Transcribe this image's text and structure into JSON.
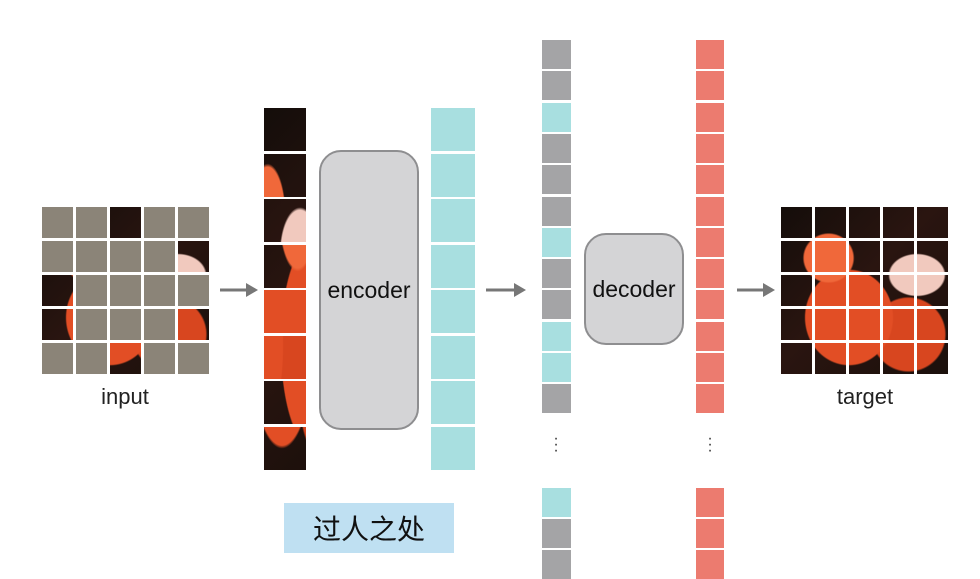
{
  "labels": {
    "input": "input",
    "encoder": "encoder",
    "decoder": "decoder",
    "target": "target"
  },
  "caption": "过人之处",
  "colors": {
    "mask": "#8b8478",
    "encoder_token": "#a8dfe0",
    "mask_token": "#a4a4a6",
    "decoder_output": "#ec7b6f",
    "box": "#d4d4d6"
  },
  "input_grid": {
    "rows": 5,
    "cols": 5,
    "visible": [
      [
        0,
        2
      ],
      [
        1,
        4
      ],
      [
        2,
        0
      ],
      [
        3,
        0
      ],
      [
        3,
        4
      ],
      [
        4,
        2
      ]
    ]
  },
  "encoder_input_patches": 8,
  "encoder_output_tokens": 8,
  "decoder_input_sequence": [
    "mask",
    "mask",
    "visible",
    "mask",
    "mask",
    "mask",
    "visible",
    "mask",
    "mask",
    "visible",
    "visible",
    "mask",
    "ellipsis",
    "visible",
    "mask",
    "mask"
  ],
  "decoder_output_sequence_count_top": 12,
  "decoder_output_sequence_count_bottom": 3
}
